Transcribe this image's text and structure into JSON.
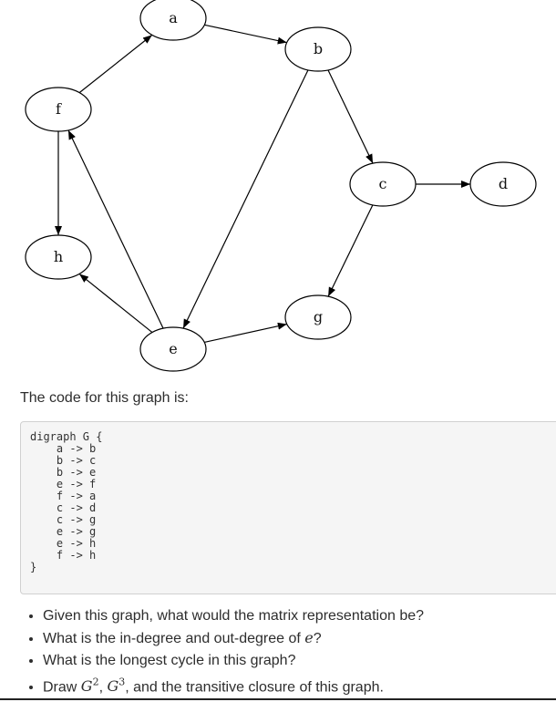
{
  "graph": {
    "nodes": [
      {
        "id": "a",
        "label": "a"
      },
      {
        "id": "b",
        "label": "b"
      },
      {
        "id": "c",
        "label": "c"
      },
      {
        "id": "d",
        "label": "d"
      },
      {
        "id": "e",
        "label": "e"
      },
      {
        "id": "f",
        "label": "f"
      },
      {
        "id": "g",
        "label": "g"
      },
      {
        "id": "h",
        "label": "h"
      }
    ],
    "edges": [
      [
        "a",
        "b"
      ],
      [
        "b",
        "c"
      ],
      [
        "b",
        "e"
      ],
      [
        "e",
        "f"
      ],
      [
        "f",
        "a"
      ],
      [
        "c",
        "d"
      ],
      [
        "c",
        "g"
      ],
      [
        "e",
        "g"
      ],
      [
        "e",
        "h"
      ],
      [
        "f",
        "h"
      ]
    ]
  },
  "intro_text": "The code for this graph is:",
  "code": "digraph G {\n    a -> b\n    b -> c\n    b -> e\n    e -> f\n    f -> a\n    c -> d\n    c -> g\n    e -> g\n    e -> h\n    f -> h\n}",
  "questions": {
    "q1": "Given this graph, what would the matrix representation be?",
    "q2_prefix": "What is the in-degree and out-degree of ",
    "q2_var": "e",
    "q2_suffix": "?",
    "q3": "What is the longest cycle in this graph?",
    "q4_prefix": "Draw ",
    "q4_base1": "G",
    "q4_exp1": "2",
    "q4_sep": ", ",
    "q4_base2": "G",
    "q4_exp2": "3",
    "q4_suffix": ", and the transitive closure of this graph."
  }
}
